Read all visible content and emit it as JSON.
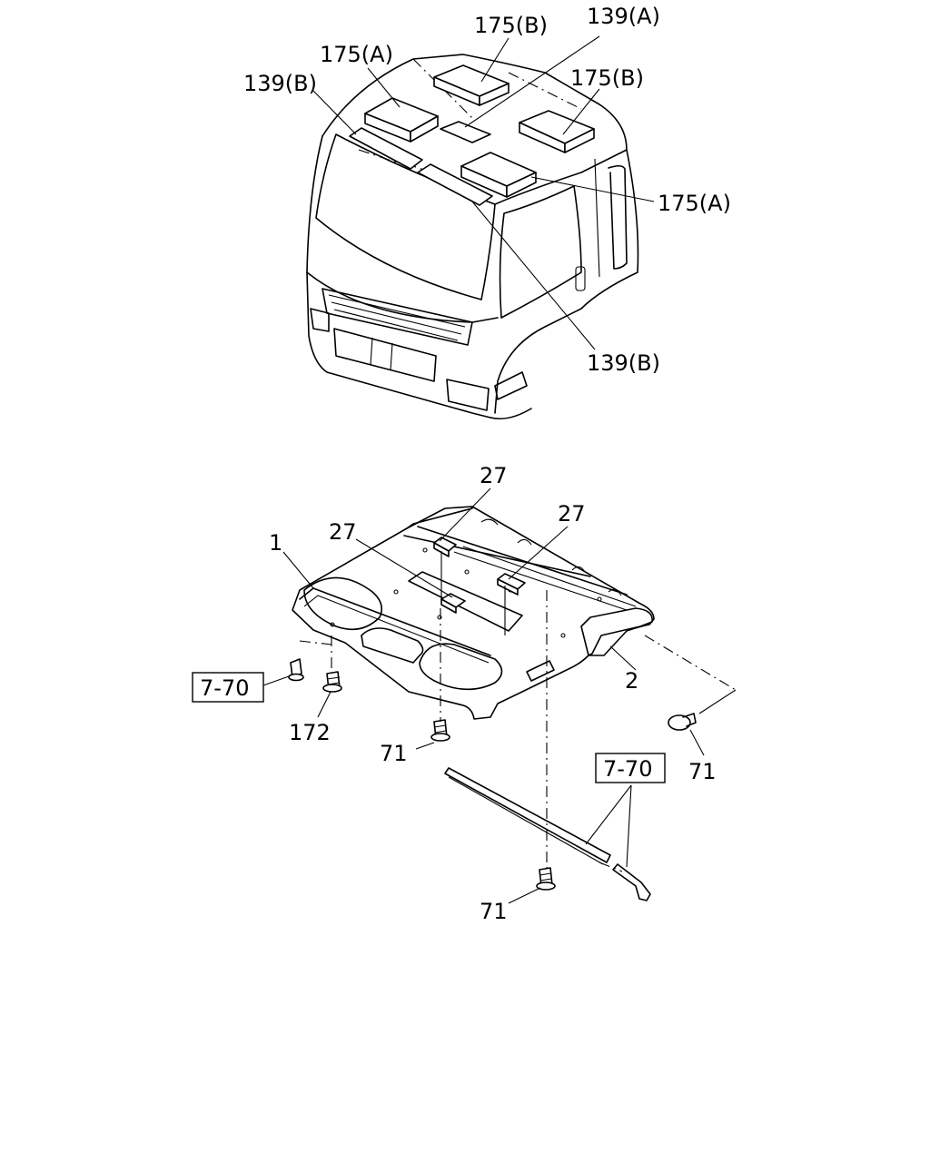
{
  "labels": {
    "l175b_top": "175(B)",
    "l139a": "139(A)",
    "l175a_left": "175(A)",
    "l175b_right": "175(B)",
    "l139b_left": "139(B)",
    "l175a_right": "175(A)",
    "l139b_bottom": "139(B)",
    "l27_top": "27",
    "l27_right": "27",
    "l27_left": "27",
    "l1": "1",
    "l2": "2",
    "l172": "172",
    "l71_center": "71",
    "l71_right": "71",
    "l71_bottom": "71",
    "ref_left": "7-70",
    "ref_right": "7-70"
  }
}
